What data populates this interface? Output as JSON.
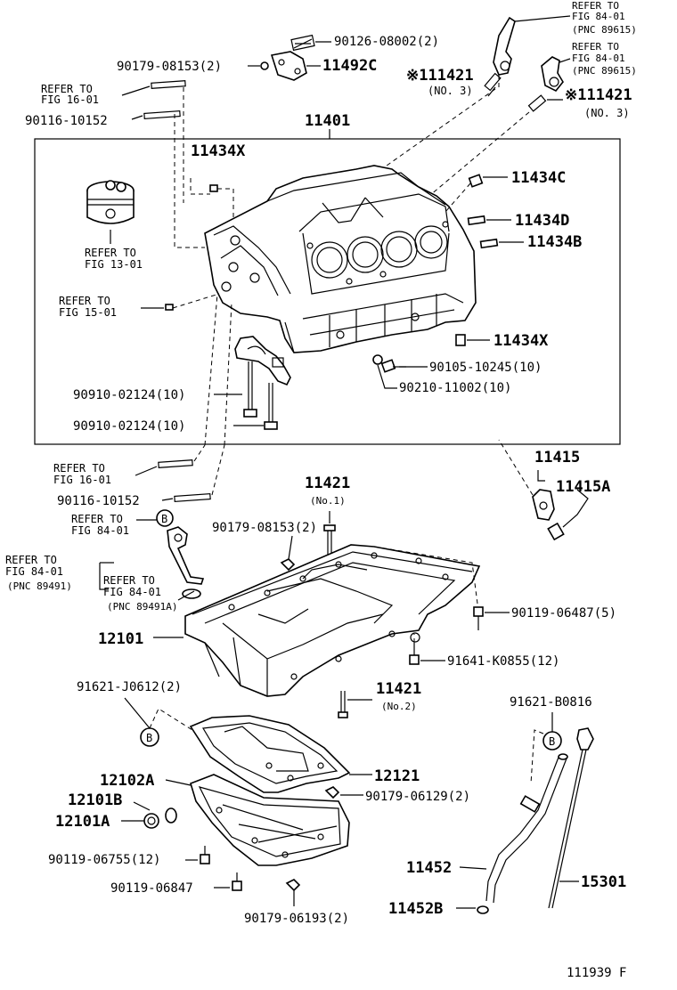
{
  "labels": {
    "l_90126_08002": "90126-08002(2)",
    "l_90179_08153_top": "90179-08153(2)",
    "l_11492C": "11492C",
    "l_refer_16_01_top_a": "REFER TO",
    "l_refer_16_01_top_b": "FIG 16-01",
    "l_90116_10152_top": "90116-10152",
    "l_11401": "11401",
    "l_11434X_top": "11434X",
    "l_refer_13_01_a": "REFER TO",
    "l_refer_13_01_b": "FIG 13-01",
    "l_refer_15_01_a": "REFER TO",
    "l_refer_15_01_b": "FIG 15-01",
    "l_refer_84_01_tr1_a": "REFER TO",
    "l_refer_84_01_tr1_b": "FIG 84-01",
    "l_refer_84_01_tr1_c": "(PNC 89615)",
    "l_refer_84_01_tr2_a": "REFER TO",
    "l_refer_84_01_tr2_b": "FIG 84-01",
    "l_refer_84_01_tr2_c": "(PNC 89615)",
    "l_11421_no3_left": "※111421",
    "l_no3_left": "(NO. 3)",
    "l_11421_no3_right": "※111421",
    "l_no3_right": "(NO. 3)",
    "l_11434C": "11434C",
    "l_11434D": "11434D",
    "l_11434B": "11434B",
    "l_11434X_right": "11434X",
    "l_90105_10245": "90105-10245(10)",
    "l_90210_11002": "90210-11002(10)",
    "l_90910_02124_a": "90910-02124(10)",
    "l_90910_02124_b": "90910-02124(10)",
    "l_refer_16_01_low_a": "REFER TO",
    "l_refer_16_01_low_b": "FIG 16-01",
    "l_90116_10152_low": "90116-10152",
    "l_11421_no1": "11421",
    "l_no1": "(No.1)",
    "l_11415": "11415",
    "l_11415A": "11415A",
    "l_refer_84_01_b_a": "REFER TO",
    "l_refer_84_01_b_b": "FIG 84-01",
    "l_circle_b_1": "B",
    "l_90179_08153_low": "90179-08153(2)",
    "l_refer_84_01_l_a": "REFER TO",
    "l_refer_84_01_l_b": "FIG 84-01",
    "l_refer_84_01_l_c": "(PNC 89491)",
    "l_refer_84_01_m_a": "REFER TO",
    "l_refer_84_01_m_b": "FIG 84-01",
    "l_refer_84_01_m_c": "(PNC 89491A)",
    "l_90119_06487": "90119-06487(5)",
    "l_12101": "12101",
    "l_91641_K0855": "91641-K0855(12)",
    "l_91621_J0612": "91621-J0612(2)",
    "l_11421_no2": "11421",
    "l_no2": "(No.2)",
    "l_91621_B0816": "91621-B0816",
    "l_circle_b_2": "B",
    "l_circle_b_3": "B",
    "l_12102A": "12102A",
    "l_12121": "12121",
    "l_12101B": "12101B",
    "l_90179_06129": "90179-06129(2)",
    "l_12101A": "12101A",
    "l_90119_06755": "90119-06755(12)",
    "l_11452": "11452",
    "l_15301": "15301",
    "l_90119_06847": "90119-06847",
    "l_11452B": "11452B",
    "l_90179_06193": "90179-06193(2)",
    "l_footer": "111939 F"
  }
}
